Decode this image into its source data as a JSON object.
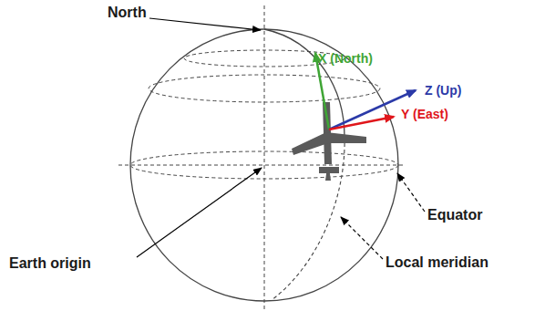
{
  "diagram": {
    "labels": [
      "North",
      "X (North)",
      "Z (Up)",
      "Y (East)",
      "Equator",
      "Earth origin",
      "Local meridian"
    ]
  }
}
